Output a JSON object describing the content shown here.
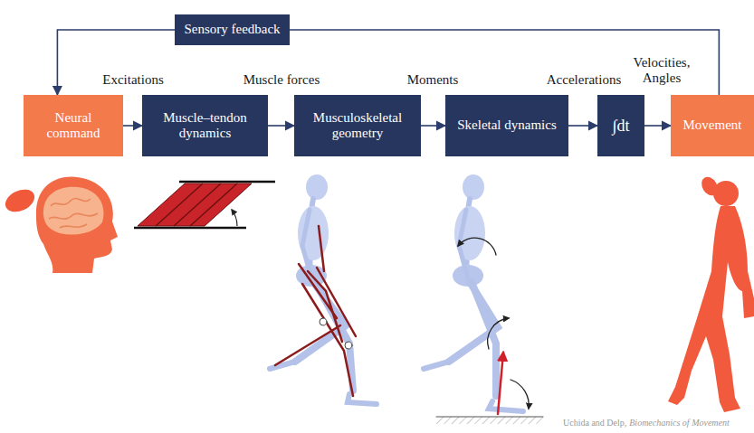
{
  "diagram": {
    "nodes": [
      {
        "text": [
          "Sensory feedback"
        ]
      },
      {
        "text": [
          "Neural command"
        ]
      },
      {
        "text": [
          "Muscle–tendon dynamics"
        ]
      },
      {
        "text": [
          "Musculoskeletal geometry"
        ]
      },
      {
        "text": [
          "Skeletal dynamics"
        ]
      },
      {
        "text": [
          "∫dt"
        ]
      },
      {
        "text": [
          "Movement"
        ]
      }
    ],
    "edges": [
      {
        "from": 1,
        "to": 2,
        "arrow": "to",
        "label": "Excitations"
      },
      {
        "from": 2,
        "to": 3,
        "arrow": "to",
        "label": "Muscle forces"
      },
      {
        "from": 3,
        "to": 4,
        "arrow": "to",
        "label": "Moments"
      },
      {
        "from": 4,
        "to": 5,
        "arrow": "to",
        "label": "Accelerations"
      },
      {
        "from": 5,
        "to": 6,
        "arrow": "to",
        "label": "Velocities, Angles"
      },
      {
        "from": 6,
        "to": 0,
        "arrow": "none"
      },
      {
        "from": 0,
        "to": 1,
        "arrow": "to"
      }
    ],
    "labels": [
      "Uchida and Delp,",
      "Biomechanics of Movement"
    ]
  }
}
